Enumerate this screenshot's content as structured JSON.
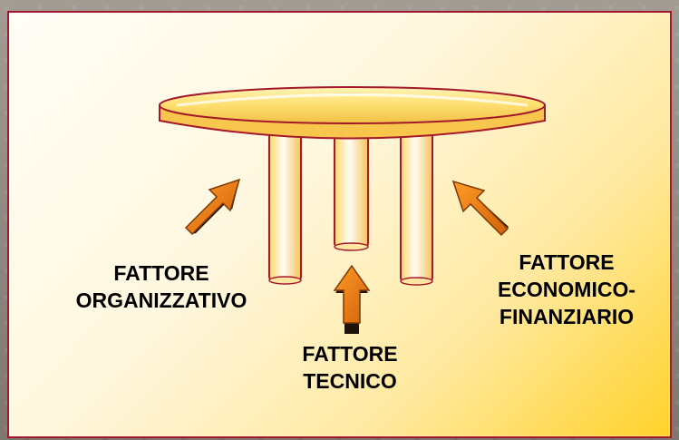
{
  "diagram": {
    "labels": {
      "organizational": [
        "FATTORE",
        "ORGANIZZATIVO"
      ],
      "technical": [
        "FATTORE",
        "TECNICO"
      ],
      "economic": [
        "FATTORE",
        "ECONOMICO-",
        "FINANZIARIO"
      ]
    },
    "colors": {
      "panel_border": "#a3182b",
      "panel_light": "#fffdf7",
      "panel_warm": "#ffd22a",
      "wood_fill": "#ffe08a",
      "wood_edge": "#a3182b",
      "arrow_fill": "#e27413",
      "arrow_shadow": "#2b1a0d"
    }
  }
}
